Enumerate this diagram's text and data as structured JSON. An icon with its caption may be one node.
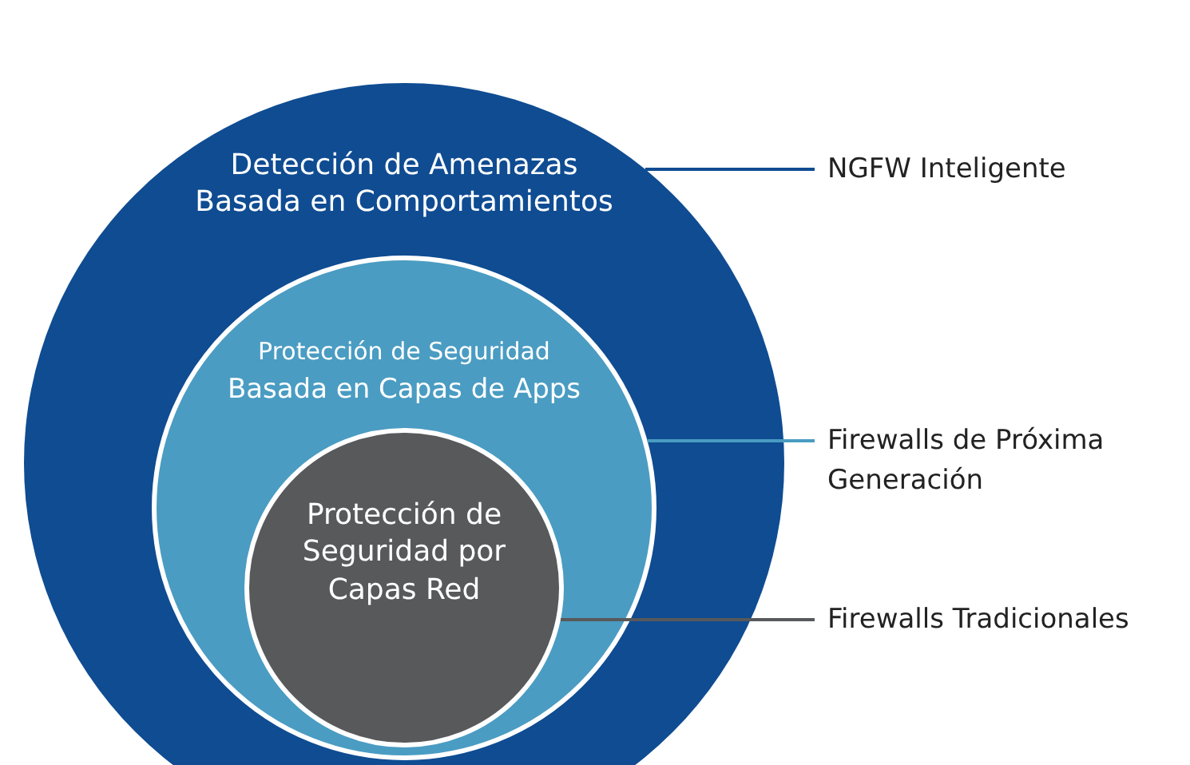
{
  "diagram": {
    "nodes": [
      {
        "text": [
          "Detección de Amenazas Basada en Comportamientos"
        ]
      },
      {
        "text": [
          "Protección de Seguridad",
          "Basada en Capas de Apps"
        ],
        "in": 0
      },
      {
        "text": [
          "Protección de Seguridad por Capas Red"
        ],
        "in": 1
      },
      {
        "text": [
          "NGFW Inteligente"
        ]
      },
      {
        "text": [
          "Firewalls de Próxima Generación"
        ]
      },
      {
        "text": [
          "Firewalls Tradicionales"
        ]
      }
    ],
    "edges": [
      {
        "from": 3,
        "to": 0,
        "arrow": "none",
        "color": "#0f4c92"
      },
      {
        "from": 4,
        "to": 1,
        "arrow": "none",
        "color": "#4a9cc2"
      },
      {
        "from": 5,
        "to": 2,
        "arrow": "none",
        "color": "#58595b"
      }
    ]
  }
}
